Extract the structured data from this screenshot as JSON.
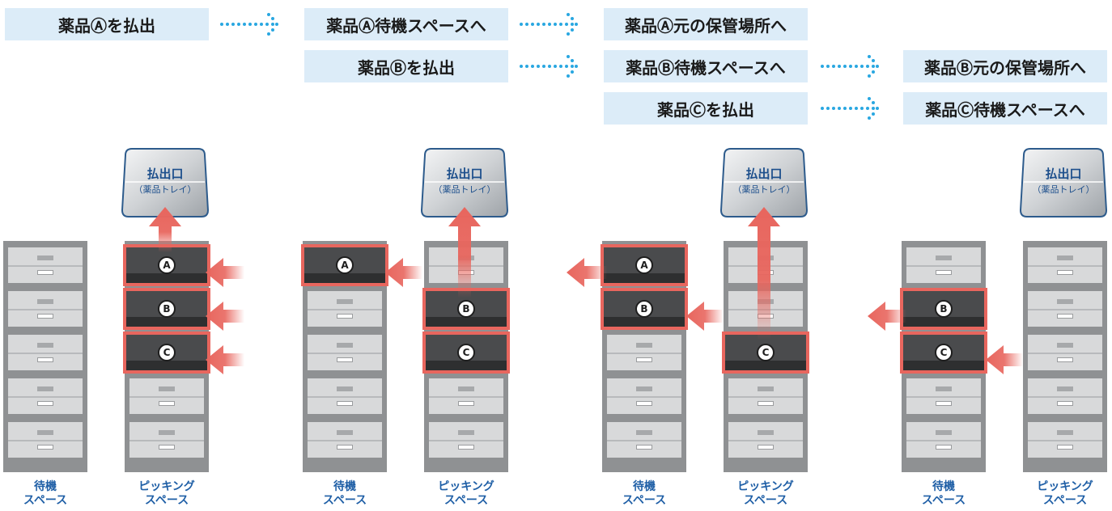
{
  "steps": [
    {
      "text": "薬品Ⓐを払出"
    },
    {
      "text": "薬品Ⓐ待機スペースへ"
    },
    {
      "text": "薬品Ⓐ元の保管場所へ"
    },
    {
      "text": "薬品Ⓑを払出"
    },
    {
      "text": "薬品Ⓑ待機スペースへ"
    },
    {
      "text": "薬品Ⓑ元の保管場所へ"
    },
    {
      "text": "薬品Ⓒを払出"
    },
    {
      "text": "薬品Ⓒ待機スペースへ"
    }
  ],
  "outlet": {
    "title": "払出口",
    "sub": "（薬品トレイ）"
  },
  "labels": {
    "standby": [
      "待機",
      "スペース"
    ],
    "picking": [
      "ピッキング",
      "スペース"
    ]
  },
  "badges": {
    "a": "A",
    "b": "B",
    "c": "C"
  },
  "colors": {
    "highlight": "#e8665e",
    "step_bg": "#dcecf8",
    "flow_dots": "#29a7e1",
    "label_text": "#1f5fa6"
  }
}
